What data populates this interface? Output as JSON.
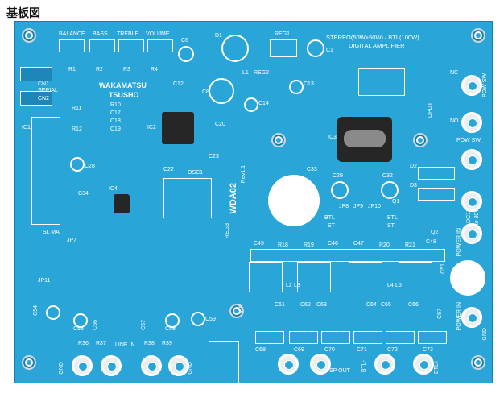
{
  "page_title": "基板図",
  "board": {
    "pot_labels": {
      "balance": "BALANCE",
      "bass": "BASS",
      "treble": "TREBLE",
      "volume": "VOLUME"
    },
    "product_line1": "STEREO(50W+50W) / BTL(100W)",
    "product_line2": "DIGITAL AMPLIFIER",
    "maker1": "WAKAMATSU",
    "maker2": "TSUSHO",
    "board_name": "WDA02",
    "revision": "Rev1.1",
    "power_sw": "POW SW",
    "power_sw2": "POW SW",
    "dc_in1": "DC12",
    "dc_in2": "to 30V",
    "power_in1": "POWER IN",
    "power_in2": "POWER IN",
    "line_in": "LINE IN",
    "sp_out": "SP OUT",
    "btl1": "BTL-",
    "btl2": "BTL+",
    "gnd": "GND",
    "serial": "SERIAL",
    "nc": "NC",
    "no": "NO",
    "dpdt": "DPDT",
    "sl_ma": "SL MA",
    "btl_st1": "BTL",
    "btl_st2": "ST",
    "parts": {
      "cn1": "CN1",
      "cn2": "CN2",
      "ic1": "IC1",
      "ic2": "IC2",
      "ic3": "IC3",
      "ic4": "IC4",
      "osc1": "OSC1",
      "reg1": "REG1",
      "reg2": "REG2",
      "reg3": "REG3",
      "c33": "C33",
      "c51": "C51",
      "c67": "C67",
      "jp11": "JP11",
      "jp7": "JP7",
      "r1": "R1",
      "r2": "R2",
      "r3": "R3",
      "r4": "R4",
      "c1": "C1",
      "c6": "C6",
      "d1": "D1",
      "l1": "L1",
      "l2": "L2",
      "l3": "L3",
      "l4": "L4",
      "l5": "L5",
      "c45": "C45",
      "c46": "C46",
      "c47": "C47",
      "c48": "C48",
      "r18": "R18",
      "r19": "R19",
      "r20": "R20",
      "r21": "R21",
      "c60": "C60",
      "c61": "C61",
      "c62": "C62",
      "c63": "C63",
      "c64": "C64",
      "c65": "C65",
      "c66": "C66",
      "c68": "C68",
      "c69": "C69",
      "c70": "C70",
      "c71": "C71",
      "c72": "C72",
      "c73": "C73",
      "r36": "R36",
      "r37": "R37",
      "r38": "R38",
      "r39": "R39",
      "c54": "C54",
      "c55": "C55",
      "c56": "C56",
      "c57": "C57",
      "c58": "C58",
      "c59": "C59",
      "c28": "C28",
      "c34": "C34",
      "c29": "C29",
      "c32": "C32",
      "c20": "C20",
      "c22": "C22",
      "c23": "C23",
      "c12": "C12",
      "c13": "C13",
      "c14": "C14",
      "c8": "C8",
      "d2": "D2",
      "d3": "D3",
      "q1": "Q1",
      "q2": "Q2",
      "jp8": "JP8",
      "jp9": "JP9",
      "jp10": "JP10",
      "r10": "R10",
      "c17": "C17",
      "c18": "C18",
      "c19": "C19",
      "r11": "R11",
      "r12": "R12"
    }
  }
}
